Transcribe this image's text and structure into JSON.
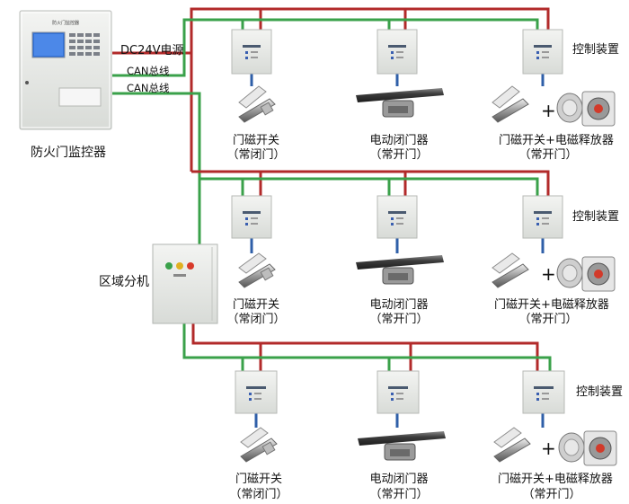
{
  "colors": {
    "power_line": "#b22a2a",
    "can_line": "#3aa14a",
    "signal_line": "#2f5fa8",
    "panel_body": "#e7e9e6",
    "panel_screen": "#2f6fd6"
  },
  "monitor": {
    "label": "防火门监控器",
    "panel_title": "防火门监控器"
  },
  "wiring_labels": {
    "power": "DC24V电源",
    "can1": "CAN总线",
    "can2": "CAN总线"
  },
  "distributor": {
    "label": "区域分机"
  },
  "rows": [
    {
      "control_label": "控制装置",
      "devices": [
        {
          "name": "门磁开关",
          "state": "（常闭门）",
          "type": "magnetic-switch"
        },
        {
          "name": "电动闭门器",
          "state": "（常开门）",
          "type": "door-closer"
        },
        {
          "name": "门磁开关+电磁释放器",
          "state": "（常开门）",
          "type": "switch-plus-release"
        }
      ]
    },
    {
      "control_label": "控制装置",
      "devices": [
        {
          "name": "门磁开关",
          "state": "（常闭门）",
          "type": "magnetic-switch"
        },
        {
          "name": "电动闭门器",
          "state": "（常开门）",
          "type": "door-closer"
        },
        {
          "name": "门磁开关+电磁释放器",
          "state": "（常开门）",
          "type": "switch-plus-release"
        }
      ]
    },
    {
      "control_label": "控制装置",
      "devices": [
        {
          "name": "门磁开关",
          "state": "（常闭门）",
          "type": "magnetic-switch"
        },
        {
          "name": "电动闭门器",
          "state": "（常开门）",
          "type": "door-closer"
        },
        {
          "name": "门磁开关+电磁释放器",
          "state": "（常开门）",
          "type": "switch-plus-release"
        }
      ]
    }
  ]
}
